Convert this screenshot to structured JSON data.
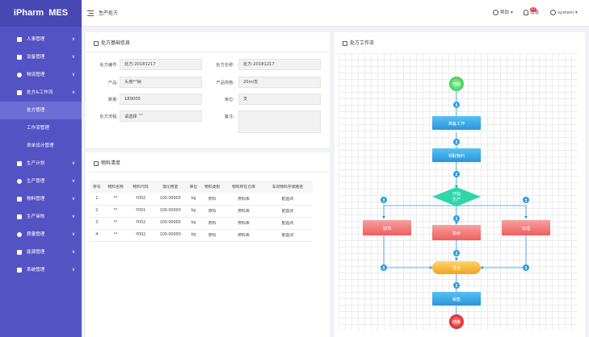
{
  "app": {
    "logo": "iPharm MES",
    "page_title": "生产处方"
  },
  "header": {
    "help": "帮助",
    "messages": "消息",
    "message_count": "17",
    "user": "system"
  },
  "sidebar": [
    {
      "label": "人事管理",
      "chev": "∨",
      "active": false
    },
    {
      "label": "设备管理",
      "chev": "∨",
      "active": false
    },
    {
      "label": "物流管理",
      "chev": "∨",
      "active": false
    },
    {
      "label": "处方&工作流",
      "chev": "∧",
      "active": false,
      "sub": [
        {
          "label": "处方管理",
          "active": true
        },
        {
          "label": "工作流管理",
          "active": false
        },
        {
          "label": "表单设计管理",
          "active": false
        }
      ]
    },
    {
      "label": "生产计划",
      "chev": "∨",
      "active": false
    },
    {
      "label": "生产管理",
      "chev": "∨",
      "active": false
    },
    {
      "label": "物料管理",
      "chev": "∨",
      "active": false
    },
    {
      "label": "生产审核",
      "chev": "∨",
      "active": false
    },
    {
      "label": "质量管理",
      "chev": "∨",
      "active": false
    },
    {
      "label": "能源管理",
      "chev": "∨",
      "active": false
    },
    {
      "label": "系统管理",
      "chev": "∨",
      "active": false
    }
  ],
  "basic_info": {
    "title": "处方基础信息",
    "fields": {
      "recipe_no_label": "处方编号:",
      "recipe_no": "处方-20181217",
      "recipe_name_label": "处方名称:",
      "recipe_name": "处方-20181217",
      "product_label": "产品:",
      "product": "头孢**钠",
      "spec_label": "产品规格:",
      "spec": "20ml支",
      "qty_label": "数量:",
      "qty": "189000",
      "unit_label": "单位:",
      "unit": "支",
      "flow_label": "处方流程:",
      "flow": "请选择",
      "remark_label": "备注:",
      "remark": ""
    }
  },
  "materials": {
    "title": "物料清单",
    "columns": [
      "序号",
      "物料名称",
      "物料代码",
      "理论用量",
      "单位",
      "物料类别",
      "物料所在仓库",
      "车间物料存储路径"
    ],
    "rows": [
      [
        "1",
        "**",
        "Y002",
        "100.00000",
        "kg",
        "原料",
        "原料库",
        "配选间"
      ],
      [
        "2",
        "**",
        "Y001",
        "100.00000",
        "kg",
        "原料",
        "原料库",
        "配选间"
      ],
      [
        "3",
        "**",
        "Y002",
        "100.00000",
        "kg",
        "原料",
        "原料库",
        "配选间"
      ],
      [
        "4",
        "**",
        "Y002",
        "100.00000",
        "kg",
        "原料",
        "原料库",
        "配选间"
      ]
    ]
  },
  "workflow": {
    "title": "处方工作流",
    "nodes": {
      "start": "开始",
      "prepare": "准备工作",
      "receive": "领取物料",
      "decision_line1": "开始",
      "decision_line2": "生产",
      "heat": "加热",
      "water": "加水",
      "add": "加湿",
      "mix": "混合",
      "sell": "销售",
      "end": "结束"
    },
    "colors": {
      "start": "#4cd964",
      "task": "#3aa8e8",
      "decision": "#2fd7a8",
      "alt": "#f16b6b",
      "merge": "#f5b32d",
      "end": "#e83a3a",
      "line": "#2d9ce0"
    }
  }
}
